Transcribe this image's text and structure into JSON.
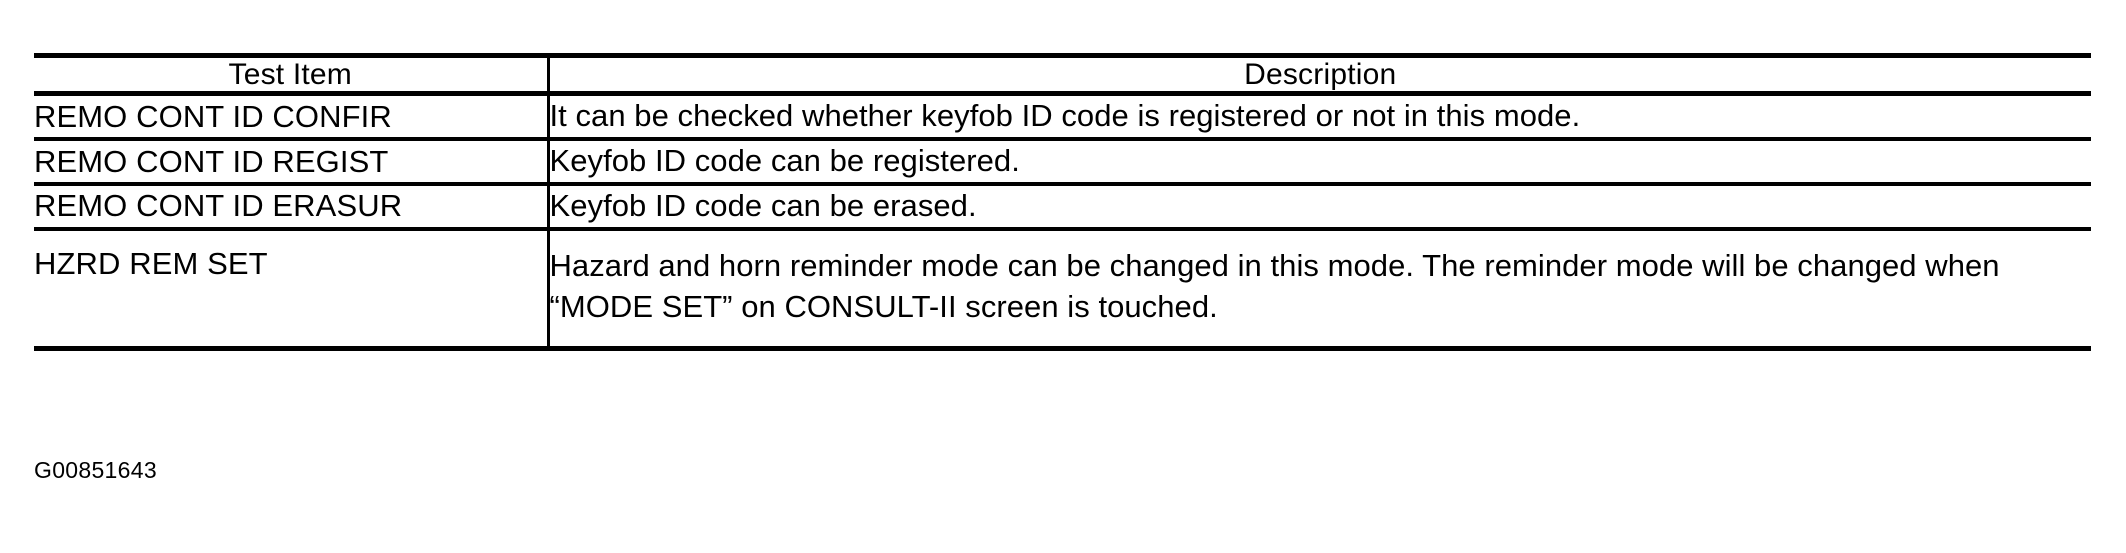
{
  "document": {
    "figure_id": "G00851643"
  },
  "table": {
    "columns": [
      {
        "key": "test_item",
        "header": "Test Item"
      },
      {
        "key": "description",
        "header": "Description"
      }
    ],
    "rows": [
      {
        "test_item": "REMO CONT ID CONFIR",
        "description": "It can be checked whether keyfob ID code is registered or not in this mode."
      },
      {
        "test_item": "REMO CONT ID REGIST",
        "description": "Keyfob ID code can be registered."
      },
      {
        "test_item": "REMO CONT ID ERASUR",
        "description": "Keyfob ID code can be erased."
      },
      {
        "test_item": "HZRD REM SET",
        "description": "Hazard and horn reminder mode can be changed in this mode. The reminder mode will be changed when “MODE SET” on CONSULT-II screen is touched."
      }
    ]
  },
  "colors": {
    "ink": "#000000",
    "paper": "#ffffff"
  }
}
